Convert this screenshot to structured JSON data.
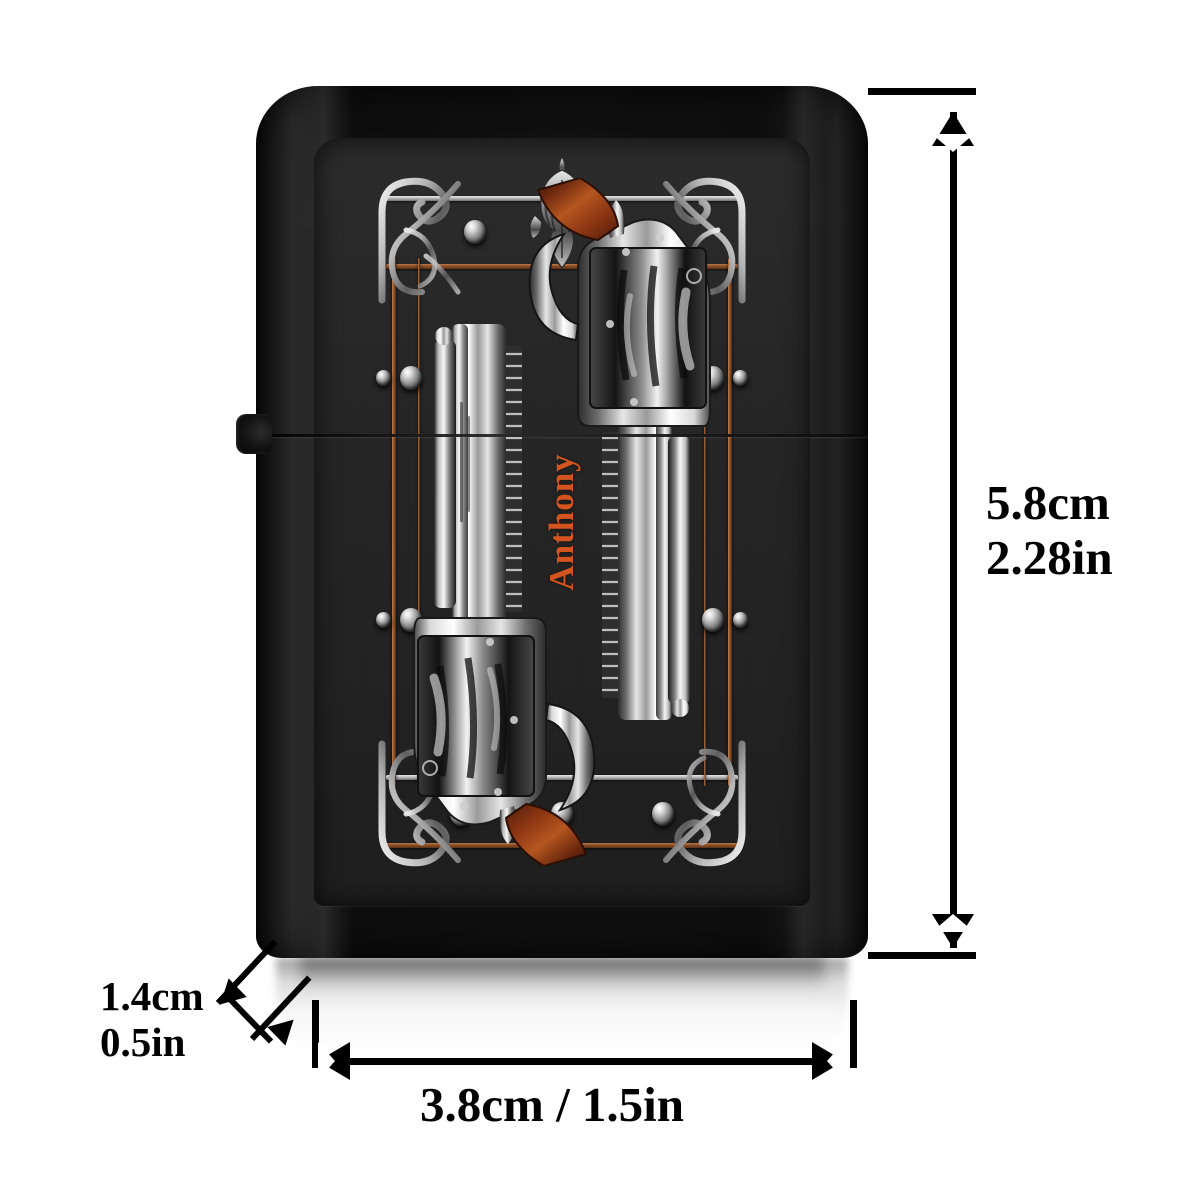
{
  "product": {
    "type": "personalized-lighter",
    "personalization": {
      "name": "Anthony",
      "name_color": "#d4541f"
    },
    "design": {
      "theme": "dual-revolvers-art-nouveau",
      "body_color": "#0f0f0f",
      "panel_color": "#262626",
      "accent_copper": "#8d5027",
      "accent_silver": "#d8d8d8",
      "grip_wood": "#7b2f13"
    }
  },
  "dimensions": {
    "height": {
      "cm": "5.8cm",
      "in": "2.28in"
    },
    "width": {
      "combined": "3.8cm / 1.5in",
      "cm": "3.8cm",
      "in": "1.5in"
    },
    "depth": {
      "cm": "1.4cm",
      "in": "0.5in"
    }
  }
}
